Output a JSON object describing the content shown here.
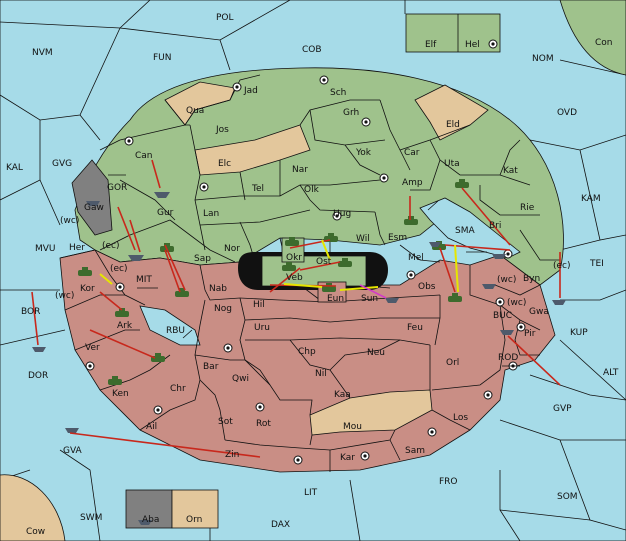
{
  "map": {
    "regions": {
      "pol": "POL",
      "fun": "FUN",
      "cob": "COB",
      "nvm": "NVM",
      "nom": "NOM",
      "con": "Con",
      "elf": "Elf",
      "hel": "Hel",
      "ovd": "OVD",
      "kal": "KAL",
      "gvg": "GVG",
      "kam": "KAM",
      "gor": "GOR",
      "mvu": "MVU",
      "mit": "MIT",
      "tei": "TEI",
      "bor": "BOR",
      "kup": "KUP",
      "rbu": "RBU",
      "buc": "BUC",
      "dor": "DOR",
      "rod": "ROD",
      "alt": "ALT",
      "gvp": "GVP",
      "gva": "GVA",
      "fro": "FRO",
      "som": "SOM",
      "lit": "LIT",
      "swm": "SWM",
      "dax": "DAX",
      "cow": "Cow",
      "aba": "Aba",
      "orn": "Orn",
      "sma": "SMA",
      "jad": "Jad",
      "sch": "Sch",
      "qua": "Qua",
      "jos": "Jos",
      "grh": "Grh",
      "eld": "Eld",
      "can": "Can",
      "car": "Car",
      "yok": "Yok",
      "uta": "Uta",
      "elc": "Elc",
      "nar": "Nar",
      "tel": "Tel",
      "olk": "Olk",
      "kat": "Kat",
      "amp": "Amp",
      "gur": "Gur",
      "rie": "Rie",
      "lan": "Lan",
      "hug": "Hug",
      "gaw": "Gaw",
      "bri": "Bri",
      "esm": "Esm",
      "nor": "Nor",
      "wil": "Wil",
      "her": "Her",
      "mel": "Mel",
      "byn": "Byn",
      "sap": "Sap",
      "okr": "Okr",
      "ost": "Ost",
      "kor": "Kor",
      "veb": "Veb",
      "nab": "Nab",
      "obs": "Obs",
      "gwa": "Gwa",
      "eun": "Eun",
      "sun": "Sun",
      "hil": "Hil",
      "nog": "Nog",
      "ark": "Ark",
      "pir": "Pir",
      "uru": "Uru",
      "feu": "Feu",
      "ver": "Ver",
      "chp": "Chp",
      "neu": "Neu",
      "bar": "Bar",
      "orl": "Orl",
      "qwi": "Qwi",
      "nil": "Nil",
      "ken": "Ken",
      "chr": "Chr",
      "kaa": "Kaa",
      "sot": "Sot",
      "rot": "Rot",
      "los": "Los",
      "ail": "Ail",
      "mou": "Mou",
      "zin": "Zin",
      "kar": "Kar",
      "sam": "Sam"
    },
    "coast_tags": {
      "wc1": "(wc)",
      "ec1": "(ec)",
      "ec2": "(ec)",
      "wc2": "(wc)",
      "wc3": "(wc)",
      "ec3": "(ec)",
      "wc4": "(wc)"
    },
    "colors": {
      "sea": "#a6dbe8",
      "country_green": "#9fc28c",
      "neutral_tan": "#e3c79c",
      "country_pink": "#c98e85",
      "country_gray": "#808080",
      "move_order": "#c8281c",
      "support_order": "#e6e600",
      "convoy_order": "#d23cc8"
    }
  }
}
